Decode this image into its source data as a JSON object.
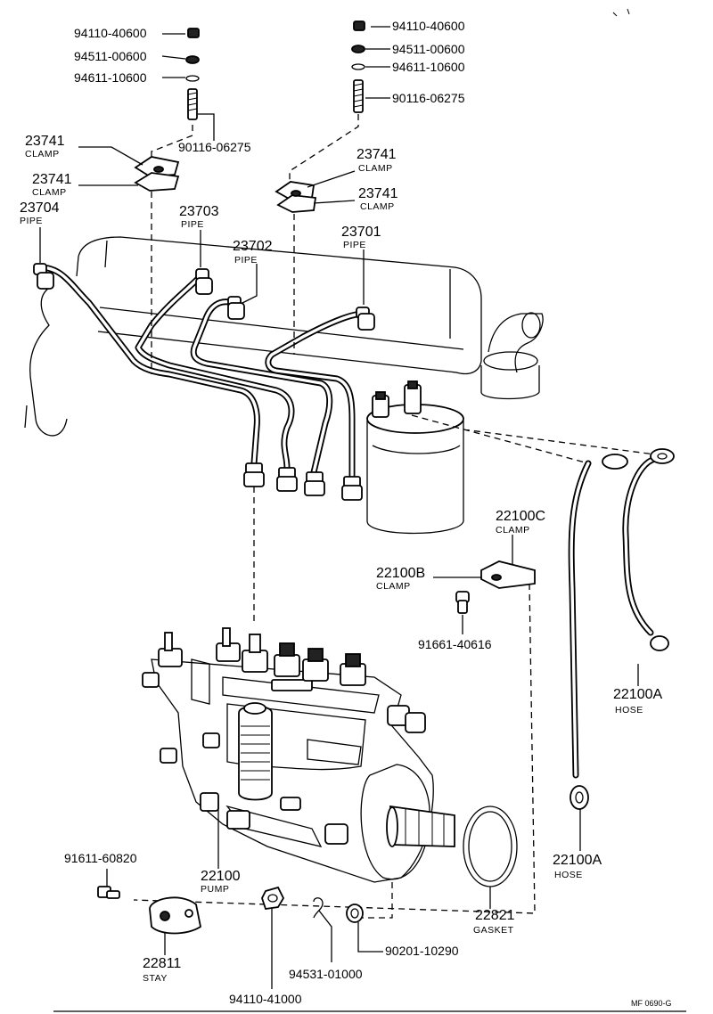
{
  "labels": {
    "l_94110_40600_a": "94110-40600",
    "l_94511_00600_a": "94511-00600",
    "l_94611_10600_a": "94611-10600",
    "l_90116_06275_a": "90116-06275",
    "l_94110_40600_b": "94110-40600",
    "l_94511_00600_b": "94511-00600",
    "l_94611_10600_b": "94611-10600",
    "l_90116_06275_b": "90116-06275",
    "l_23741_a": "23741",
    "l_23741_a_desc": "CLAMP",
    "l_23741_b": "23741",
    "l_23741_b_desc": "CLAMP",
    "l_23704": "23704",
    "l_23704_desc": "PIPE",
    "l_23703": "23703",
    "l_23703_desc": "PIPE",
    "l_23702": "23702",
    "l_23702_desc": "PIPE",
    "l_23741_c": "23741",
    "l_23741_c_desc": "CLAMP",
    "l_23741_d": "23741",
    "l_23741_d_desc": "CLAMP",
    "l_23701": "23701",
    "l_23701_desc": "PIPE",
    "l_22100C": "22100C",
    "l_22100C_desc": "CLAMP",
    "l_22100B": "22100B",
    "l_22100B_desc": "CLAMP",
    "l_91661_40616": "91661-40616",
    "l_22100A_a": "22100A",
    "l_22100A_a_desc": "HOSE",
    "l_22100A_b": "22100A",
    "l_22100A_b_desc": "HOSE",
    "l_91611_60820": "91611-60820",
    "l_22100": "22100",
    "l_22100_desc": "PUMP",
    "l_22821": "22821",
    "l_22821_desc": "GASKET",
    "l_90201_10290": "90201-10290",
    "l_22811": "22811",
    "l_22811_desc": "STAY",
    "l_94531_01000": "94531-01000",
    "l_94110_41000": "94110-41000",
    "l_code": "MF 0690-G"
  }
}
